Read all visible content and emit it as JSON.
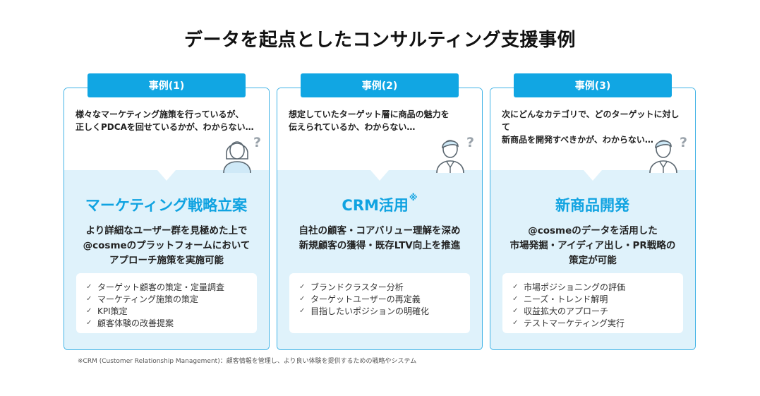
{
  "title": "データを起点としたコンサルティング支援事例",
  "cards": [
    {
      "badge": "事例(1)",
      "question": "様々なマーケティング施策を行っているが、\n正しくPDCAを回せているかが、わからない…",
      "heading": "マーケティング戦略立案",
      "heading_mark": "",
      "desc": "より詳細なユーザー群を見極めた上で\n@cosmeのプラットフォームにおいて\nアプローチ施策を実施可能",
      "items": [
        "ターゲット顧客の策定・定量調査",
        "マーケティング施策の策定",
        "KPI策定",
        "顧客体験の改善提案"
      ],
      "person": "woman-avatar-icon"
    },
    {
      "badge": "事例(2)",
      "question": "想定していたターゲット層に商品の魅力を\n伝えられているか、わからない…",
      "heading": "CRM活用",
      "heading_mark": "※",
      "desc": "自社の顧客・コアバリュー理解を深め\n新規顧客の獲得・既存LTV向上を推進",
      "items": [
        "ブランドクラスター分析",
        "ターゲットユーザーの再定義",
        "目指したいポジションの明確化"
      ],
      "person": "man-avatar-icon"
    },
    {
      "badge": "事例(3)",
      "question": "次にどんなカテゴリで、どのターゲットに対して\n新商品を開発すべきかが、わからない…",
      "heading": "新商品開発",
      "heading_mark": "",
      "desc": "@cosmeのデータを活用した\n市場発掘・アイディア出し・PR戦略の\n策定が可能",
      "items": [
        "市場ポジショニングの評価",
        "ニーズ・トレンド解明",
        "収益拡大のアプローチ",
        "テストマーケティング実行"
      ],
      "person": "man-avatar-icon"
    }
  ],
  "question_mark": "?",
  "check_mark": "✓",
  "footnote": "※CRM (Customer Relationship Management)：顧客情報を管理し、より良い体験を提供するための戦略やシステム",
  "colors": {
    "accent": "#11a6e3",
    "panel": "#dff2fb",
    "border": "#41b3e6"
  }
}
